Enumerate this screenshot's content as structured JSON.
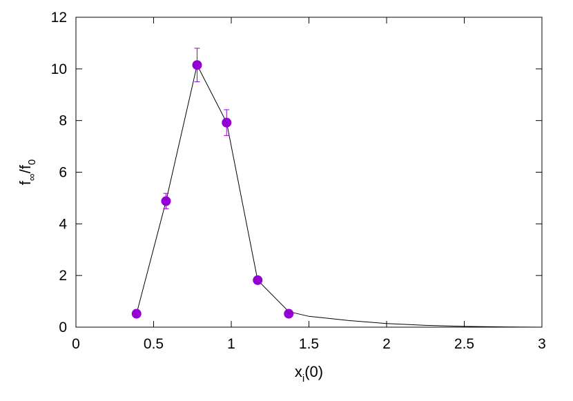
{
  "chart_data": {
    "type": "scatter",
    "title": "",
    "xlabel": {
      "base": "x",
      "sub": "i",
      "suffix": "(0)"
    },
    "ylabel": {
      "base": "f",
      "sub": "∞",
      "mid": "/f",
      "sub2": "0"
    },
    "xlim": [
      0,
      3
    ],
    "ylim": [
      0,
      12
    ],
    "xticks": [
      0,
      0.5,
      1,
      1.5,
      2,
      2.5,
      3
    ],
    "xtick_labels": [
      "0",
      "0.5",
      "1",
      "1.5",
      "2",
      "2.5",
      "3"
    ],
    "yticks": [
      0,
      2,
      4,
      6,
      8,
      10,
      12
    ],
    "ytick_labels": [
      "0",
      "2",
      "4",
      "6",
      "8",
      "10",
      "12"
    ],
    "grid": false,
    "legend": "none",
    "series": [
      {
        "color": "#9400D3",
        "marker": "circle",
        "points": [
          {
            "x": 0.39,
            "y": 0.52,
            "err": 0.1
          },
          {
            "x": 0.58,
            "y": 4.88,
            "err": 0.3
          },
          {
            "x": 0.78,
            "y": 10.15,
            "err": 0.65
          },
          {
            "x": 0.97,
            "y": 7.92,
            "err": 0.5
          },
          {
            "x": 1.17,
            "y": 1.82,
            "err": 0.12
          },
          {
            "x": 1.37,
            "y": 0.52,
            "err": 0.05
          }
        ]
      }
    ],
    "fit_curve": {
      "color": "#000000",
      "x": [
        0.39,
        0.58,
        0.78,
        0.97,
        1.17,
        1.37,
        1.5,
        1.75,
        2.0,
        2.25,
        2.5,
        2.75,
        3.0
      ],
      "y": [
        0.52,
        4.88,
        10.15,
        7.92,
        1.82,
        0.6,
        0.42,
        0.26,
        0.14,
        0.07,
        0.03,
        0.01,
        0.0
      ]
    }
  }
}
